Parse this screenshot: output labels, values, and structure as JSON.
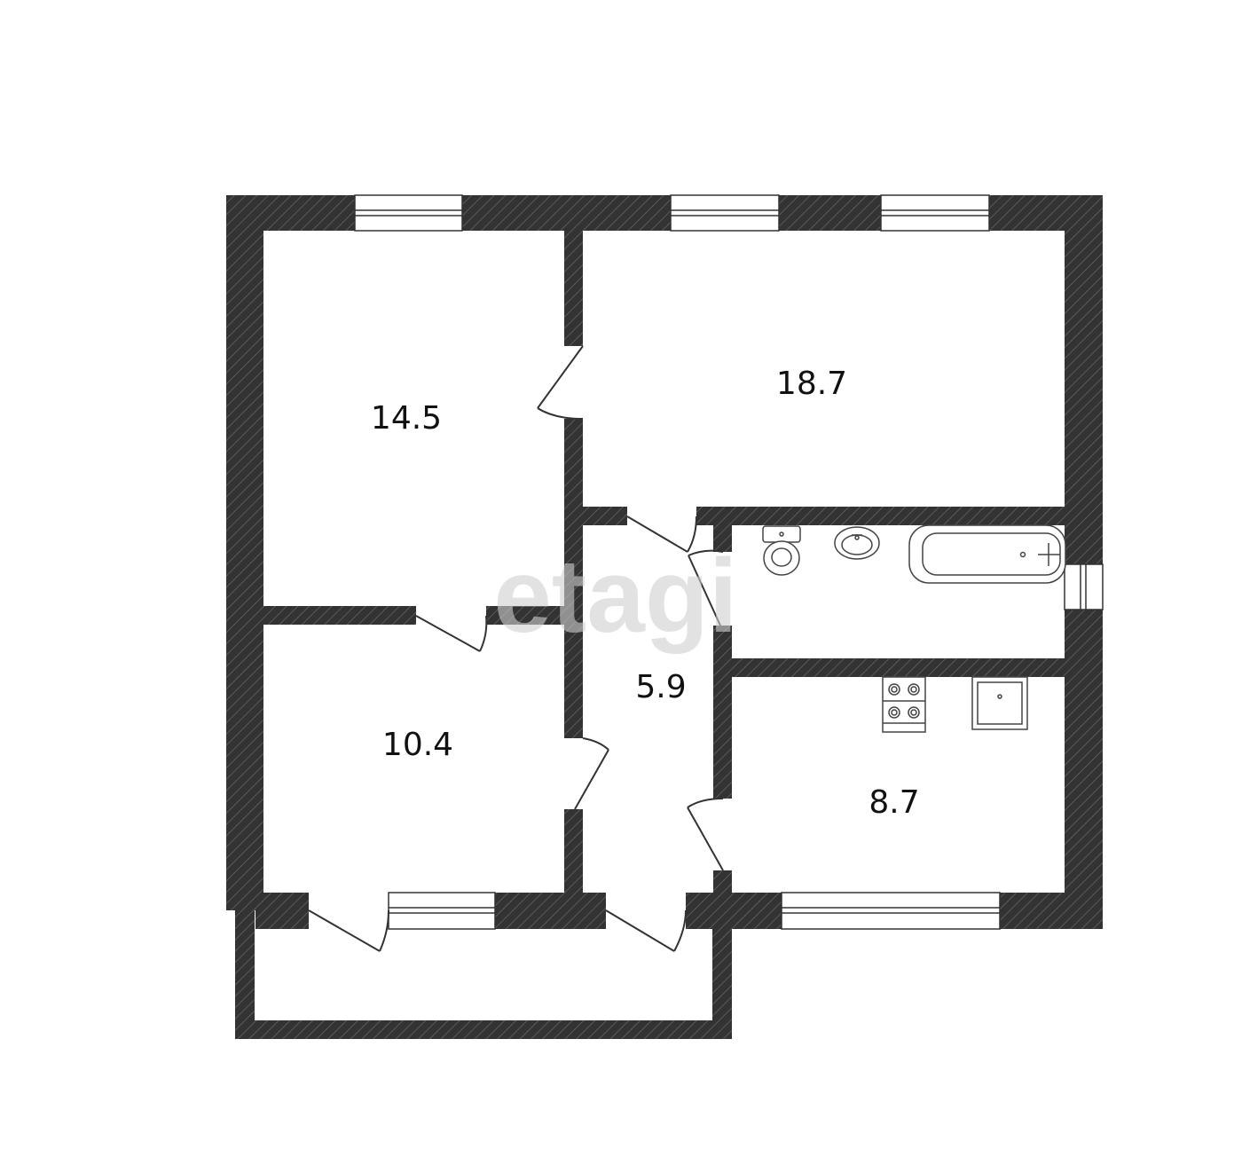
{
  "floorplan": {
    "rooms": [
      {
        "id": "room-north-west",
        "area": "14.5"
      },
      {
        "id": "room-north-east",
        "area": "18.7"
      },
      {
        "id": "room-south-west",
        "area": "10.4"
      },
      {
        "id": "hallway",
        "area": "5.9"
      },
      {
        "id": "kitchen",
        "area": "8.7"
      }
    ],
    "watermark": "etagi",
    "colors": {
      "wall": "#333333",
      "hatch": "#5a5a5a",
      "window": "#ffffff",
      "fixture": "#444444"
    }
  }
}
